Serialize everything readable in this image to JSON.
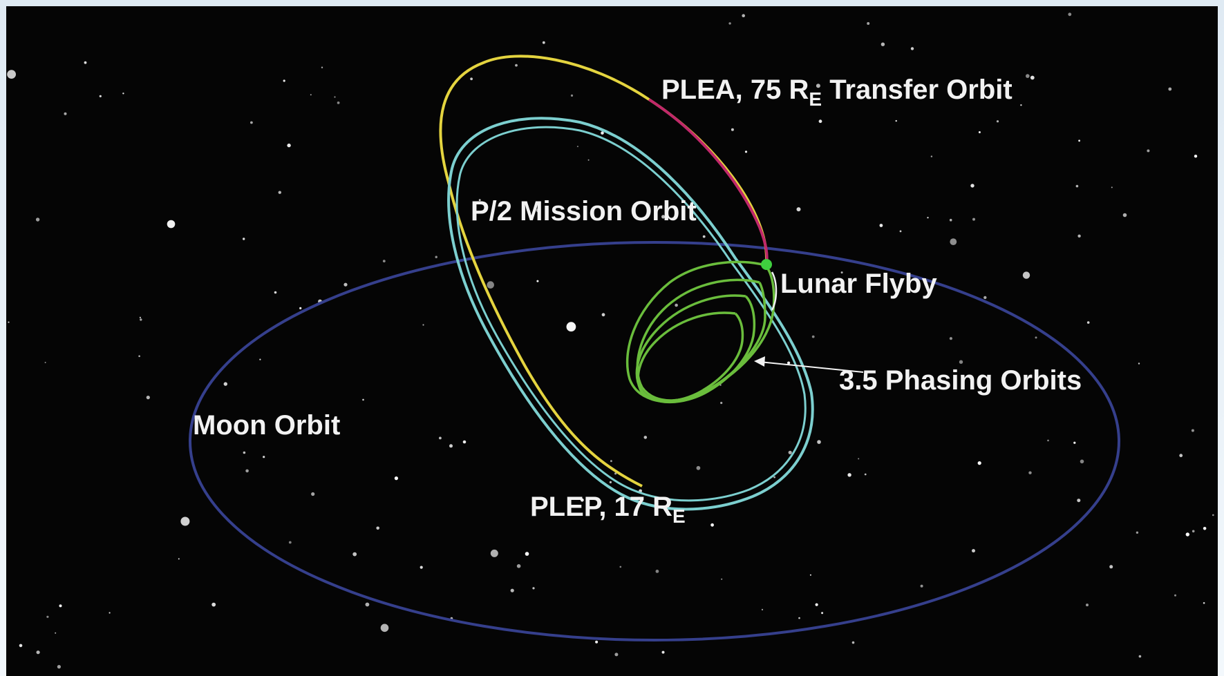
{
  "diagram": {
    "labels": {
      "transfer_orbit": {
        "text": "PLEA, 75 R",
        "sub": "E",
        "after": " Transfer Orbit"
      },
      "mission_orbit": "P/2 Mission Orbit",
      "lunar_flyby": "Lunar Flyby",
      "phasing_orbits": "3.5 Phasing Orbits",
      "moon_orbit": "Moon Orbit",
      "plep": {
        "text": "PLEP, 17 R",
        "sub": "E"
      }
    },
    "colors": {
      "background": "#050505",
      "moon_orbit": "#353f8c",
      "transfer_orbit": "#e4d43f",
      "transfer_highlight": "#c0286a",
      "mission_orbit": "#7ccfcf",
      "phasing_orbits": "#6abd3c",
      "flyby_marker": "#3fcf3f",
      "text": "#f2f2f2"
    }
  }
}
